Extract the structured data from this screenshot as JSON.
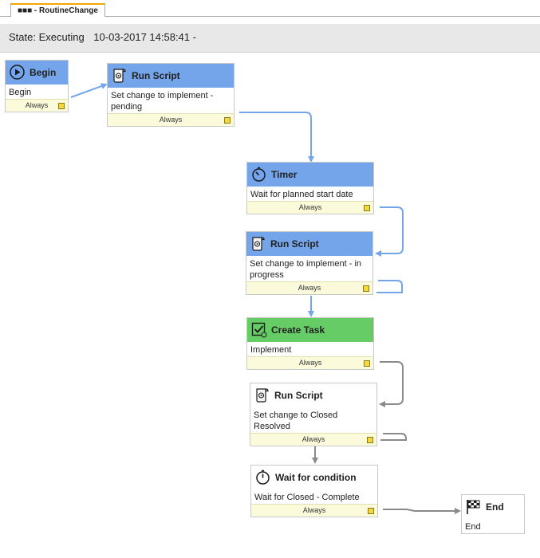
{
  "tab": {
    "label": "RoutineChange",
    "prefix": "■■■ - "
  },
  "state": {
    "label": "State: Executing",
    "datetime": "10-03-2017 14:58:41 -"
  },
  "nodes": {
    "begin": {
      "title": "Begin",
      "body": "Begin",
      "footer": "Always"
    },
    "run1": {
      "title": "Run Script",
      "body": "Set change to implement - pending",
      "footer": "Always"
    },
    "timer": {
      "title": "Timer",
      "body": "Wait for planned start date",
      "footer": "Always"
    },
    "run2": {
      "title": "Run Script",
      "body": "Set change to implement - in progress",
      "footer": "Always"
    },
    "task": {
      "title": "Create Task",
      "body": "Implement",
      "footer": "Always"
    },
    "run3": {
      "title": "Run Script",
      "body": "Set change to Closed Resolved",
      "footer": "Always"
    },
    "wait": {
      "title": "Wait for condition",
      "body": "Wait for Closed - Complete",
      "footer": "Always"
    },
    "end": {
      "title": "End",
      "body": "End"
    }
  },
  "icons": {
    "begin": "play-circle-icon",
    "script": "script-scroll-icon",
    "timer": "stopwatch-icon",
    "task": "task-check-icon",
    "end": "checkered-flag-icon"
  },
  "colors": {
    "header_active": "#74a5ea",
    "header_task": "#66cc66",
    "connector_active": "#74a5ea",
    "connector_pending": "#8a8a8a",
    "port": "#f5d83a"
  }
}
